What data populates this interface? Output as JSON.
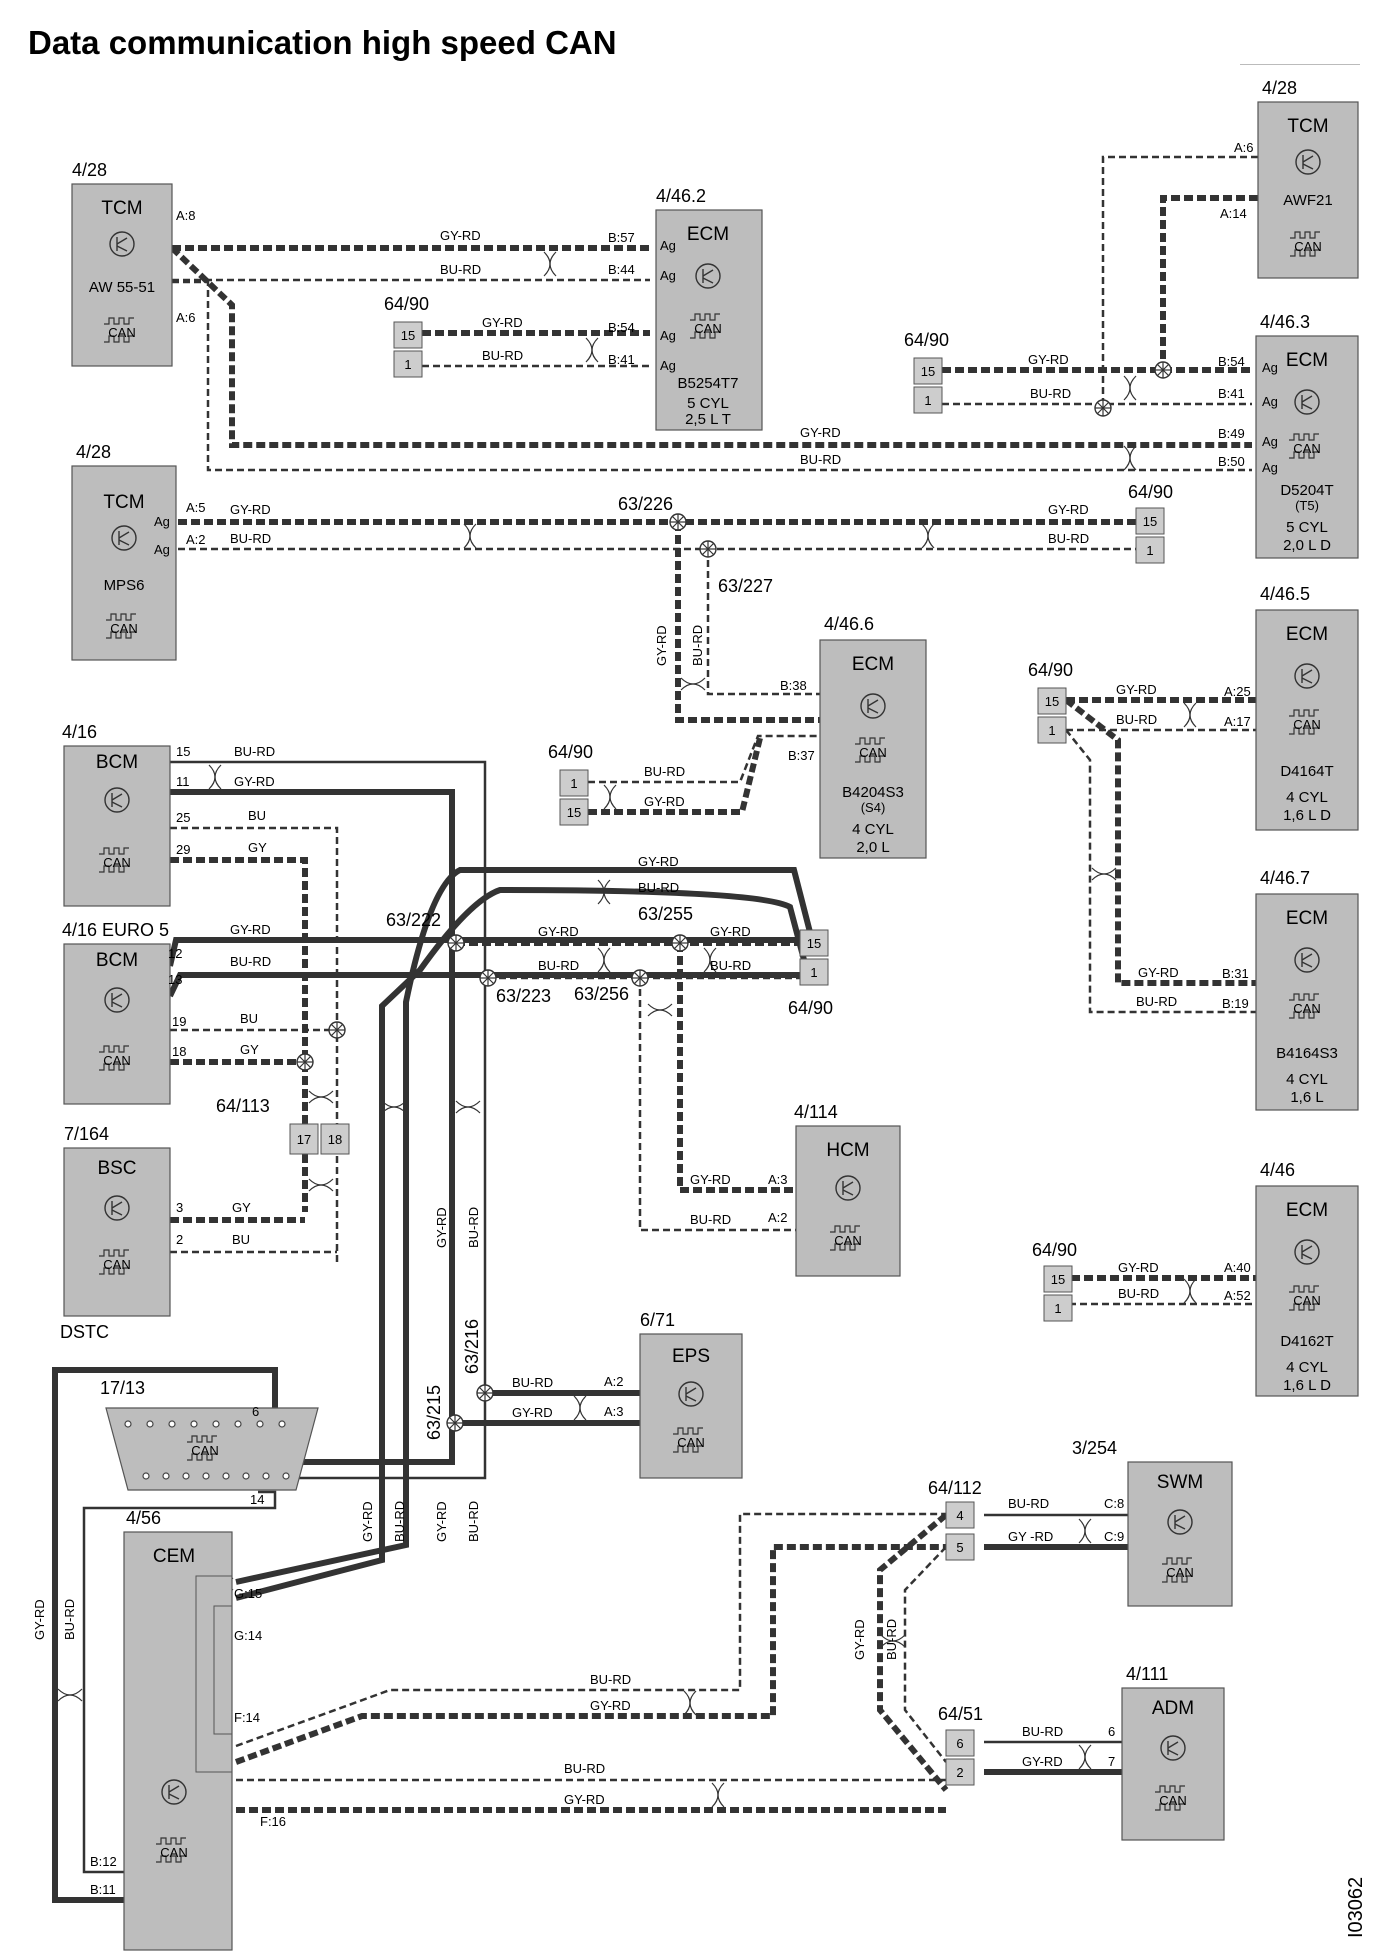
{
  "title": "Data communication high speed CAN",
  "drawing_number": "I03062",
  "modules": [
    {
      "ref": "4/28",
      "name": "TCM",
      "sub": "AW 55-51",
      "can": "CAN"
    },
    {
      "ref": "4/28",
      "name": "TCM",
      "sub": "AWF21",
      "can": "CAN"
    },
    {
      "ref": "4/28",
      "name": "TCM",
      "sub": "MPS6",
      "can": "CAN"
    },
    {
      "ref": "4/46.2",
      "name": "ECM",
      "sub": "B5254T7",
      "l1": "5 CYL",
      "l2": "2,5 L T",
      "can": "CAN"
    },
    {
      "ref": "4/46.3",
      "name": "ECM",
      "sub": "D5204T",
      "sub2": "(T5)",
      "l1": "5 CYL",
      "l2": "2,0 L D",
      "can": "CAN"
    },
    {
      "ref": "4/46.6",
      "name": "ECM",
      "sub": "B4204S3",
      "sub2": "(S4)",
      "l1": "4 CYL",
      "l2": "2,0 L",
      "can": "CAN"
    },
    {
      "ref": "4/46.5",
      "name": "ECM",
      "sub": "D4164T",
      "l1": "4 CYL",
      "l2": "1,6 L D",
      "can": "CAN"
    },
    {
      "ref": "4/46.7",
      "name": "ECM",
      "sub": "B4164S3",
      "l1": "4 CYL",
      "l2": "1,6 L",
      "can": "CAN"
    },
    {
      "ref": "4/46",
      "name": "ECM",
      "sub": "D4162T",
      "l1": "4 CYL",
      "l2": "1,6 L D",
      "can": "CAN"
    },
    {
      "ref": "4/16",
      "name": "BCM",
      "can": "CAN"
    },
    {
      "ref": "4/16 EURO 5",
      "name": "BCM",
      "can": "CAN"
    },
    {
      "ref": "7/164",
      "name": "BSC",
      "can": "CAN",
      "note": "DSTC"
    },
    {
      "ref": "4/114",
      "name": "HCM",
      "can": "CAN"
    },
    {
      "ref": "6/71",
      "name": "EPS",
      "can": "CAN"
    },
    {
      "ref": "3/254",
      "name": "SWM",
      "can": "CAN"
    },
    {
      "ref": "4/111",
      "name": "ADM",
      "can": "CAN"
    },
    {
      "ref": "4/56",
      "name": "CEM",
      "can": "CAN"
    },
    {
      "ref": "17/13",
      "name": "",
      "can": "CAN"
    }
  ],
  "connectors": [
    {
      "ref": "64/90",
      "pins": [
        "15",
        "1"
      ]
    },
    {
      "ref": "64/90",
      "pins": [
        "15",
        "1"
      ]
    },
    {
      "ref": "64/90",
      "pins": [
        "15",
        "1"
      ]
    },
    {
      "ref": "64/90",
      "pins": [
        "1",
        "15"
      ]
    },
    {
      "ref": "64/90",
      "pins": [
        "15",
        "1"
      ]
    },
    {
      "ref": "64/90",
      "pins": [
        "15",
        "1"
      ]
    },
    {
      "ref": "64/90",
      "pins": [
        "15",
        "1"
      ]
    },
    {
      "ref": "64/113",
      "pins": [
        "17",
        "18"
      ]
    },
    {
      "ref": "64/112",
      "pins": [
        "4",
        "5"
      ]
    },
    {
      "ref": "64/51",
      "pins": [
        "6",
        "2"
      ]
    }
  ],
  "splices": [
    "63/226",
    "63/227",
    "63/222",
    "63/223",
    "63/255",
    "63/256",
    "63/216",
    "63/215"
  ],
  "wire_colors": {
    "gy_rd": "GY-RD",
    "bu_rd": "BU-RD",
    "bu": "BU",
    "gy": "GY",
    "gy_rd_spaced": "GY  -RD"
  },
  "pins": {
    "a8": "A:8",
    "a6": "A:6",
    "a5": "A:5",
    "a2": "A:2",
    "a3": "A:3",
    "a14": "A:14",
    "a25": "A:25",
    "a17": "A:17",
    "a40": "A:40",
    "a52": "A:52",
    "b57": "B:57",
    "b44": "B:44",
    "b54": "B:54",
    "b41": "B:41",
    "b49": "B:49",
    "b50": "B:50",
    "b38": "B:38",
    "b37": "B:37",
    "b31": "B:31",
    "b19": "B:19",
    "b12": "B:12",
    "b11": "B:11",
    "c8": "C:8",
    "c9": "C:9",
    "g15": "G:15",
    "g14": "G:14",
    "f14": "F:14",
    "f16": "F:16",
    "p15": "15",
    "p11": "11",
    "p25": "25",
    "p29": "29",
    "p12": "12",
    "p13": "13",
    "p19": "19",
    "p18": "18",
    "p3": "3",
    "p2": "2",
    "p6": "6",
    "p7": "7",
    "p14": "14",
    "ag": "Ag"
  }
}
